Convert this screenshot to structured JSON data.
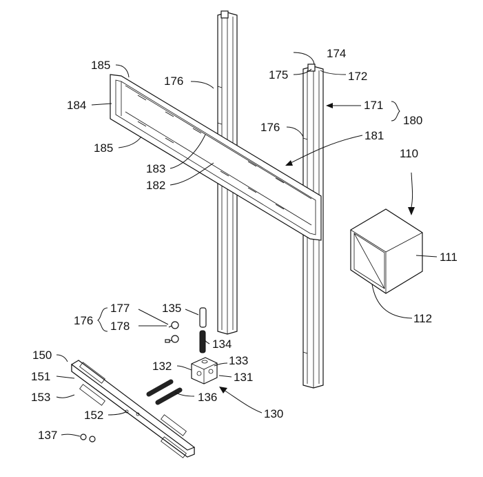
{
  "labels": {
    "l110": "110",
    "l111": "111",
    "l112": "112",
    "l130": "130",
    "l131": "131",
    "l132": "132",
    "l133": "133",
    "l134": "134",
    "l135": "135",
    "l136": "136",
    "l137": "137",
    "l150": "150",
    "l151": "151",
    "l152": "152",
    "l153": "153",
    "l171": "171",
    "l172": "172",
    "l174": "174",
    "l175": "175",
    "l176a": "176",
    "l176b": "176",
    "l176c": "176",
    "l177": "177",
    "l178": "178",
    "l180": "180",
    "l181": "181",
    "l182": "182",
    "l183": "183",
    "l184": "184",
    "l185a": "185",
    "l185b": "185"
  }
}
